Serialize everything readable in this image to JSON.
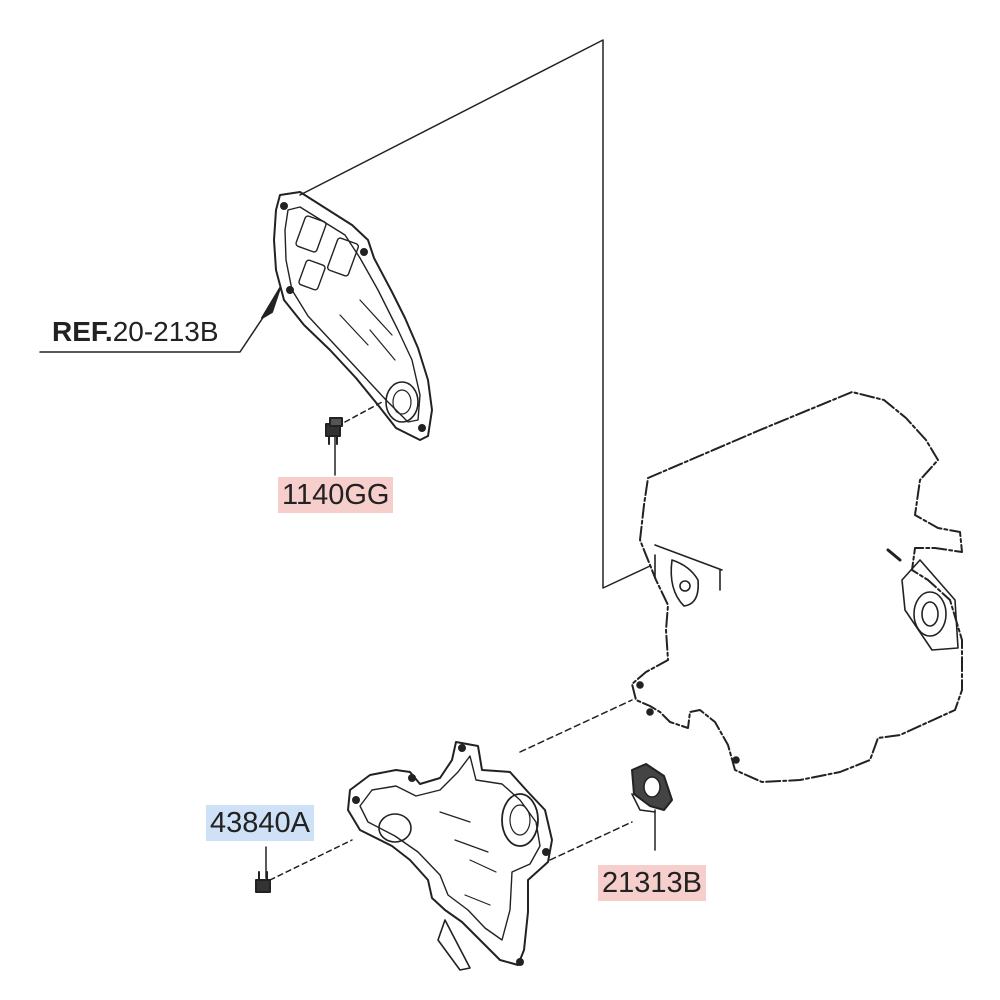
{
  "diagram": {
    "ref_prefix": "REF.",
    "ref_number": "20-213B",
    "callouts": [
      {
        "id": "1140GG",
        "text": "1140GG",
        "color": "#f6cfcc"
      },
      {
        "id": "43840A",
        "text": "43840A",
        "color": "#cfe1f6"
      },
      {
        "id": "21313B",
        "text": "21313B",
        "color": "#f6cfcc"
      }
    ]
  }
}
